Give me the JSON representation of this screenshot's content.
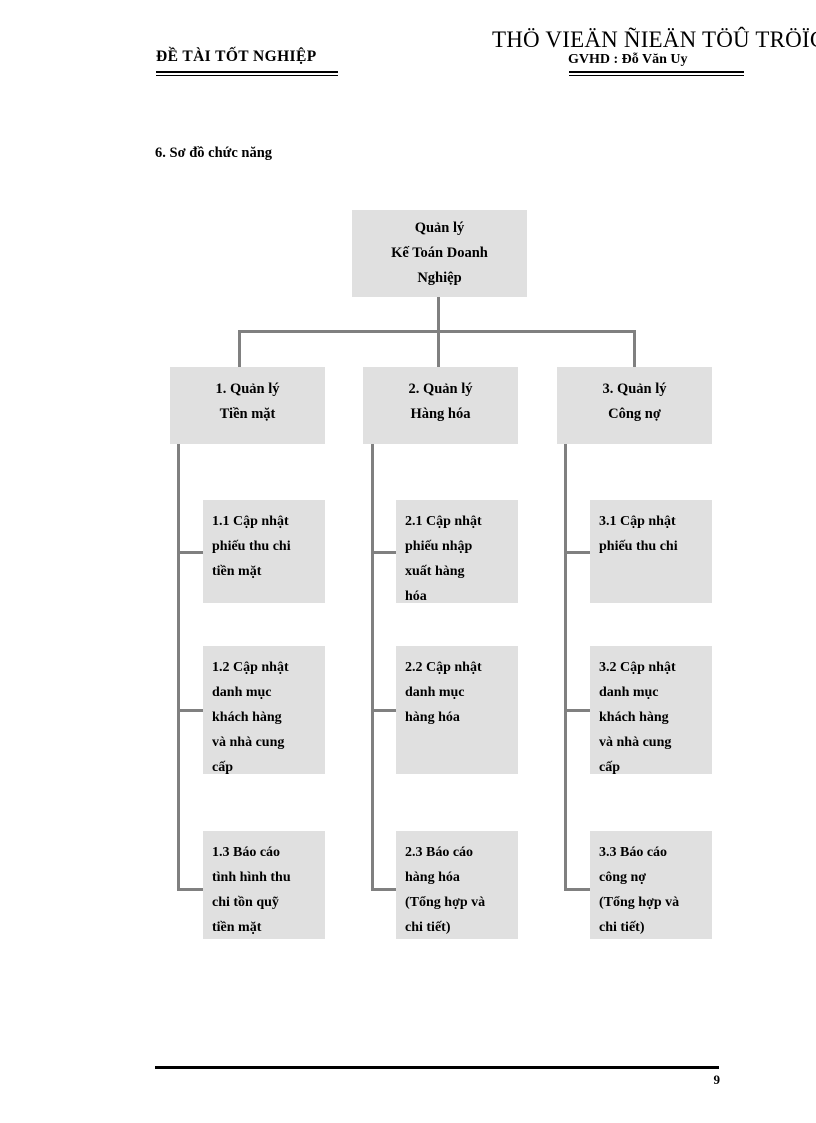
{
  "header": {
    "left_title": "ĐỀ TÀI TỐT NGHIỆP",
    "right_title": "THÖ VIEÄN ÑIEÄN TÖÛ TRÖÏC TUYEÁN",
    "advisor": "GVHD : Đỗ Văn Uy"
  },
  "section": {
    "title": "6. Sơ đồ chức năng"
  },
  "footer": {
    "page_number": "9"
  },
  "colors": {
    "box_fill": "#e0e0e0",
    "connector": "#808080",
    "text": "#000000",
    "rule": "#000000"
  },
  "chart_data": {
    "type": "diagram",
    "diagram_kind": "functional-decomposition-tree",
    "title": "6. Sơ đồ chức năng",
    "levels": 3,
    "root": {
      "id": "root",
      "lines": [
        "Quản lý",
        "Kế Toán Doanh",
        "Nghiệp"
      ],
      "text": "Quản lý Kế Toán Doanh Nghiệp"
    },
    "branches": [
      {
        "id": "1",
        "lines": [
          "1. Quản lý",
          "Tiền mặt"
        ],
        "text": "1. Quản lý Tiền mặt",
        "children": [
          {
            "id": "1.1",
            "lines": [
              "1.1 Cập nhật",
              "phiếu thu chi",
              "tiền mặt"
            ],
            "text": "1.1 Cập nhật phiếu thu chi tiền mặt"
          },
          {
            "id": "1.2",
            "lines": [
              "1.2 Cập nhật",
              "danh mục",
              "khách hàng",
              "và nhà cung",
              "cấp"
            ],
            "text": "1.2 Cập nhật danh mục khách hàng và nhà cung cấp"
          },
          {
            "id": "1.3",
            "lines": [
              "1.3 Báo cáo",
              "tình hình thu",
              "chi tồn quỹ",
              "tiền mặt"
            ],
            "text": "1.3 Báo cáo tình hình thu chi tồn quỹ tiền mặt"
          }
        ]
      },
      {
        "id": "2",
        "lines": [
          "2. Quản lý",
          "Hàng hóa"
        ],
        "text": "2. Quản lý Hàng hóa",
        "children": [
          {
            "id": "2.1",
            "lines": [
              "2.1 Cập nhật",
              "phiếu nhập",
              "xuất hàng",
              "hóa"
            ],
            "text": "2.1 Cập nhật phiếu nhập xuất hàng hóa"
          },
          {
            "id": "2.2",
            "lines": [
              "2.2 Cập nhật",
              "danh mục",
              "hàng hóa"
            ],
            "text": "2.2 Cập nhật danh mục hàng hóa"
          },
          {
            "id": "2.3",
            "lines": [
              "2.3 Báo cáo",
              "hàng hóa",
              "(Tổng hợp và",
              "chi tiết)"
            ],
            "text": "2.3 Báo cáo hàng hóa (Tổng hợp và chi tiết)"
          }
        ]
      },
      {
        "id": "3",
        "lines": [
          "3. Quản lý",
          "Công nợ"
        ],
        "text": "3. Quản lý Công nợ",
        "children": [
          {
            "id": "3.1",
            "lines": [
              "3.1 Cập nhật",
              "phiếu thu chi"
            ],
            "text": "3.1 Cập nhật phiếu thu chi"
          },
          {
            "id": "3.2",
            "lines": [
              "3.2 Cập nhật",
              "danh mục",
              "khách hàng",
              "và nhà cung",
              "cấp"
            ],
            "text": "3.2 Cập nhật danh mục khách hàng và nhà cung cấp"
          },
          {
            "id": "3.3",
            "lines": [
              "3.3 Báo cáo",
              "công nợ",
              "(Tổng hợp và",
              "chi tiết)"
            ],
            "text": "3.3 Báo cáo công nợ (Tổng hợp và chi tiết)"
          }
        ]
      }
    ]
  }
}
